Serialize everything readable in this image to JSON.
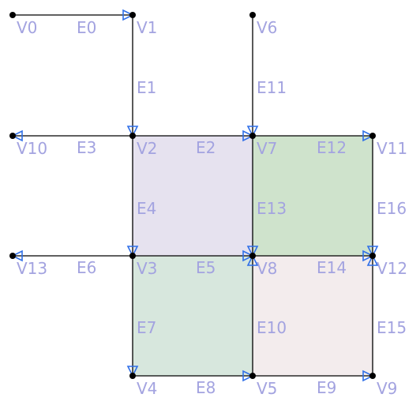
{
  "colors": {
    "edge": "#000000",
    "vertex": "#000000",
    "arrow": "#2f6fe8",
    "label": "#a3a3e0",
    "face_purple": "#e6e2ef",
    "face_green_top": "#cfe3cc",
    "face_green_bottom": "#d7e7dd",
    "face_pink": "#f3eced"
  },
  "diagram": {
    "vertices": [
      {
        "id": "V0",
        "label": "V0"
      },
      {
        "id": "V1",
        "label": "V1"
      },
      {
        "id": "V2",
        "label": "V2"
      },
      {
        "id": "V3",
        "label": "V3"
      },
      {
        "id": "V4",
        "label": "V4"
      },
      {
        "id": "V5",
        "label": "V5"
      },
      {
        "id": "V6",
        "label": "V6"
      },
      {
        "id": "V7",
        "label": "V7"
      },
      {
        "id": "V8",
        "label": "V8"
      },
      {
        "id": "V9",
        "label": "V9"
      },
      {
        "id": "V10",
        "label": "V10"
      },
      {
        "id": "V11",
        "label": "V11"
      },
      {
        "id": "V12",
        "label": "V12"
      },
      {
        "id": "V13",
        "label": "V13"
      }
    ],
    "edges": [
      {
        "id": "E0",
        "label": "E0",
        "from": "V0",
        "to": "V1"
      },
      {
        "id": "E1",
        "label": "E1",
        "from": "V1",
        "to": "V2"
      },
      {
        "id": "E2",
        "label": "E2",
        "from": "V2",
        "to": "V7"
      },
      {
        "id": "E3",
        "label": "E3",
        "from": "V2",
        "to": "V10"
      },
      {
        "id": "E4",
        "label": "E4",
        "from": "V2",
        "to": "V3"
      },
      {
        "id": "E5",
        "label": "E5",
        "from": "V3",
        "to": "V8"
      },
      {
        "id": "E6",
        "label": "E6",
        "from": "V3",
        "to": "V13"
      },
      {
        "id": "E7",
        "label": "E7",
        "from": "V3",
        "to": "V4"
      },
      {
        "id": "E8",
        "label": "E8",
        "from": "V4",
        "to": "V5"
      },
      {
        "id": "E9",
        "label": "E9",
        "from": "V5",
        "to": "V9"
      },
      {
        "id": "E10",
        "label": "E10",
        "from": "V8",
        "to": "V5"
      },
      {
        "id": "E11",
        "label": "E11",
        "from": "V6",
        "to": "V7"
      },
      {
        "id": "E12",
        "label": "E12",
        "from": "V7",
        "to": "V11"
      },
      {
        "id": "E13",
        "label": "E13",
        "from": "V7",
        "to": "V8"
      },
      {
        "id": "E14",
        "label": "E14",
        "from": "V8",
        "to": "V12"
      },
      {
        "id": "E15",
        "label": "E15",
        "from": "V12",
        "to": "V9"
      },
      {
        "id": "E16",
        "label": "E16",
        "from": "V11",
        "to": "V12"
      }
    ],
    "faces": [
      {
        "id": "face-v2-v7-v8-v3",
        "vertices": [
          "V2",
          "V7",
          "V8",
          "V3"
        ],
        "color": "face_purple"
      },
      {
        "id": "face-v7-v11-v12-v8",
        "vertices": [
          "V7",
          "V11",
          "V12",
          "V8"
        ],
        "color": "face_green_top"
      },
      {
        "id": "face-v3-v8-v5-v4",
        "vertices": [
          "V3",
          "V8",
          "V5",
          "V4"
        ],
        "color": "face_green_bottom"
      },
      {
        "id": "face-v8-v12-v9-v5",
        "vertices": [
          "V8",
          "V12",
          "V9",
          "V5"
        ],
        "color": "face_pink"
      }
    ]
  }
}
